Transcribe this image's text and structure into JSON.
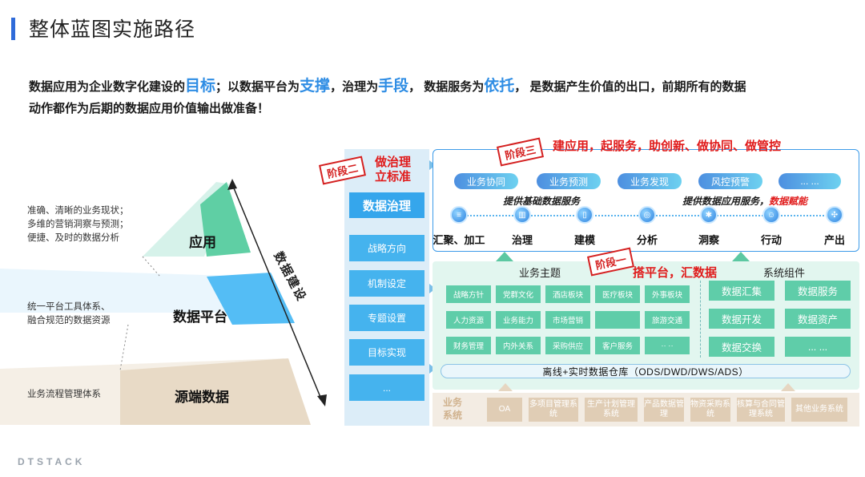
{
  "header": {
    "title": "整体蓝图实施路径",
    "intro": {
      "p1": "数据应用为企业数字化建设的",
      "e1": "目标",
      "p2": "；以数据平台为",
      "e2": "支撑",
      "p3": "，治理为",
      "e3": "手段",
      "p4": "， 数据服务为",
      "e4": "依托",
      "p5": "， 是数据产生价值的出口，前期所有的数据",
      "line2": "动作都作为后期的数据应用价值输出做准备！"
    }
  },
  "pyramid": {
    "vertical_label": "数据建设",
    "levels": [
      {
        "label": "应用",
        "notes": [
          "准确、清晰的业务现状；",
          "多维的营销洞察与预测；",
          "便捷、及时的数据分析"
        ]
      },
      {
        "label": "数据平台",
        "notes": [
          "统一平台工具体系、",
          "融合规范的数据资源"
        ]
      },
      {
        "label": "源端数据",
        "notes": [
          "业务流程管理体系"
        ]
      }
    ]
  },
  "stages": {
    "stage2": {
      "stamp": "阶段二",
      "text_line1": "做治理",
      "text_line2": "立标准"
    },
    "stage3": {
      "stamp": "阶段三",
      "text": "建应用，起服务，助创新、做协同、做管控"
    },
    "stage1": {
      "stamp": "阶段一",
      "text": "搭平台，汇数据"
    }
  },
  "governance": {
    "title": "数据治理",
    "items": [
      "战略方向",
      "机制设定",
      "专题设置",
      "目标实现",
      "..."
    ]
  },
  "application": {
    "pills": [
      "业务协同",
      "业务预测",
      "业务发现",
      "风控预警",
      "... ..."
    ],
    "left_caption": "提供基础数据服务",
    "right_caption_prefix": "提供数据应用服务，",
    "right_caption_highlight": "数据赋能",
    "flow": [
      "汇聚、加工",
      "治理",
      "建模",
      "分析",
      "洞察",
      "行动",
      "产出"
    ]
  },
  "platform": {
    "business_title": "业务主题",
    "business_cells": [
      [
        "战略方针",
        "党群文化",
        "酒店板块",
        "医疗板块",
        "外事板块"
      ],
      [
        "人力资源",
        "业务能力",
        "市场营销",
        "",
        "旅游交通"
      ],
      [
        "财务管理",
        "内外关系",
        "采购供应",
        "客户服务",
        "·· ··"
      ]
    ],
    "components_title": "系统组件",
    "components": [
      [
        "数据汇集",
        "数据服务"
      ],
      [
        "数据开发",
        "数据资产"
      ],
      [
        "数据交换",
        "... ..."
      ]
    ],
    "warehouse": "离线+实时数据仓库（ODS/DWD/DWS/ADS）"
  },
  "sources": {
    "label": "业务系统",
    "systems": [
      "OA",
      "多项目管理系统",
      "生产计划管理系统",
      "产品数据管理",
      "物资采购系统",
      "核算与合同管理系统",
      "其他业务系统"
    ]
  },
  "footer": {
    "brand": "DTSTACK"
  },
  "colors": {
    "accent": "#2f6bd9",
    "stamp_red": "#d42020",
    "governance_blue": "#35a6ec",
    "platform_green": "#5fcda9",
    "source_tan": "#e0cdb5"
  }
}
